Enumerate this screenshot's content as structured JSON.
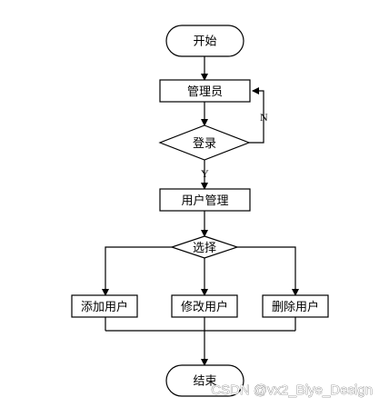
{
  "diagram": {
    "nodes": {
      "start": "开始",
      "admin": "管理员",
      "login": "登录",
      "user_mgmt": "用户管理",
      "select": "选择",
      "add_user": "添加用户",
      "edit_user": "修改用户",
      "delete_user": "删除用户",
      "end": "结束"
    },
    "edge_labels": {
      "no": "N",
      "yes": "Y"
    }
  },
  "watermark": "CSDN @vx2_Biye_Design"
}
